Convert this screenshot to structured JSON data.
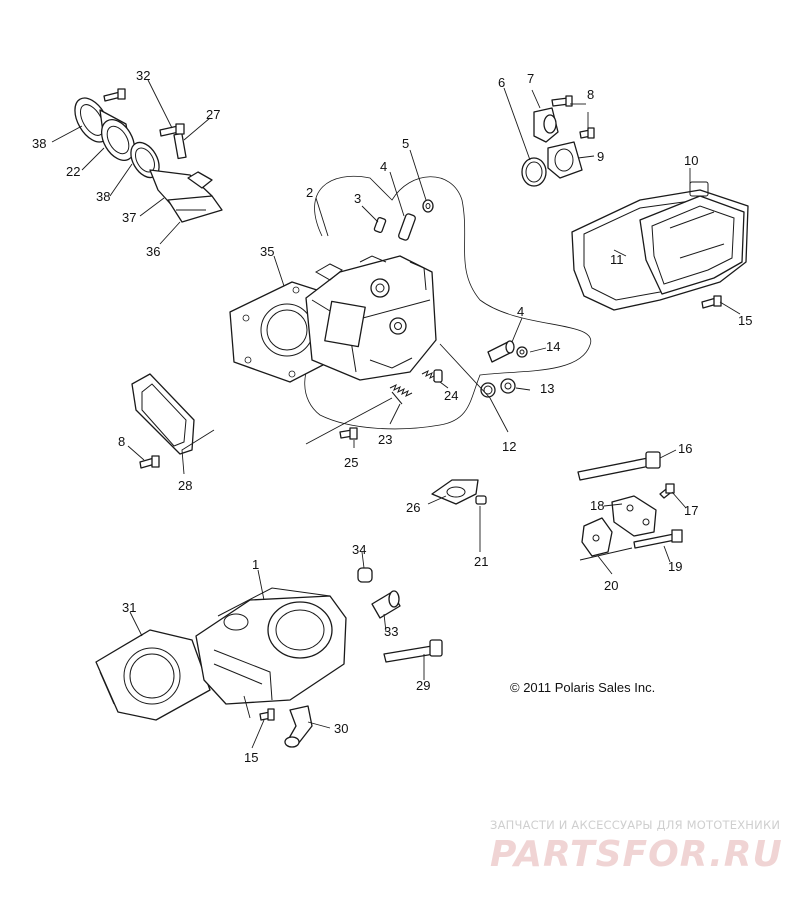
{
  "callouts": [
    "1",
    "2",
    "3",
    "4",
    "5",
    "6",
    "7",
    "8",
    "9",
    "10",
    "11",
    "12",
    "13",
    "14",
    "15",
    "16",
    "17",
    "18",
    "19",
    "20",
    "21",
    "23",
    "24",
    "25",
    "26",
    "27",
    "28",
    "29",
    "30",
    "31",
    "32",
    "33",
    "34",
    "35",
    "36",
    "37",
    "38"
  ],
  "labels": {
    "n1": "1",
    "n2": "2",
    "n3": "3",
    "n4a": "4",
    "n4b": "4",
    "n5": "5",
    "n6": "6",
    "n7": "7",
    "n8a": "8",
    "n8b": "8",
    "n9": "9",
    "n10": "10",
    "n11": "11",
    "n12": "12",
    "n13": "13",
    "n14": "14",
    "n15a": "15",
    "n15b": "15",
    "n16": "16",
    "n17": "17",
    "n18": "18",
    "n19": "19",
    "n20": "20",
    "n21": "21",
    "n22": "22",
    "n23": "23",
    "n24": "24",
    "n25": "25",
    "n26": "26",
    "n27": "27",
    "n28": "28",
    "n29": "29",
    "n30": "30",
    "n31": "31",
    "n32": "32",
    "n33": "33",
    "n34": "34",
    "n35": "35",
    "n36": "36",
    "n37": "37",
    "n38a": "38",
    "n38b": "38"
  },
  "copyright": "© 2011 Polaris Sales Inc.",
  "watermark": {
    "tagline": "ЗАПЧАСТИ И АКСЕССУАРЫ ДЛЯ МОТОТЕХНИКИ",
    "brand": "PARTSFOR.RU",
    "colors": {
      "brand": "#f0d4d4",
      "tagline": "#cfcfcf"
    }
  }
}
